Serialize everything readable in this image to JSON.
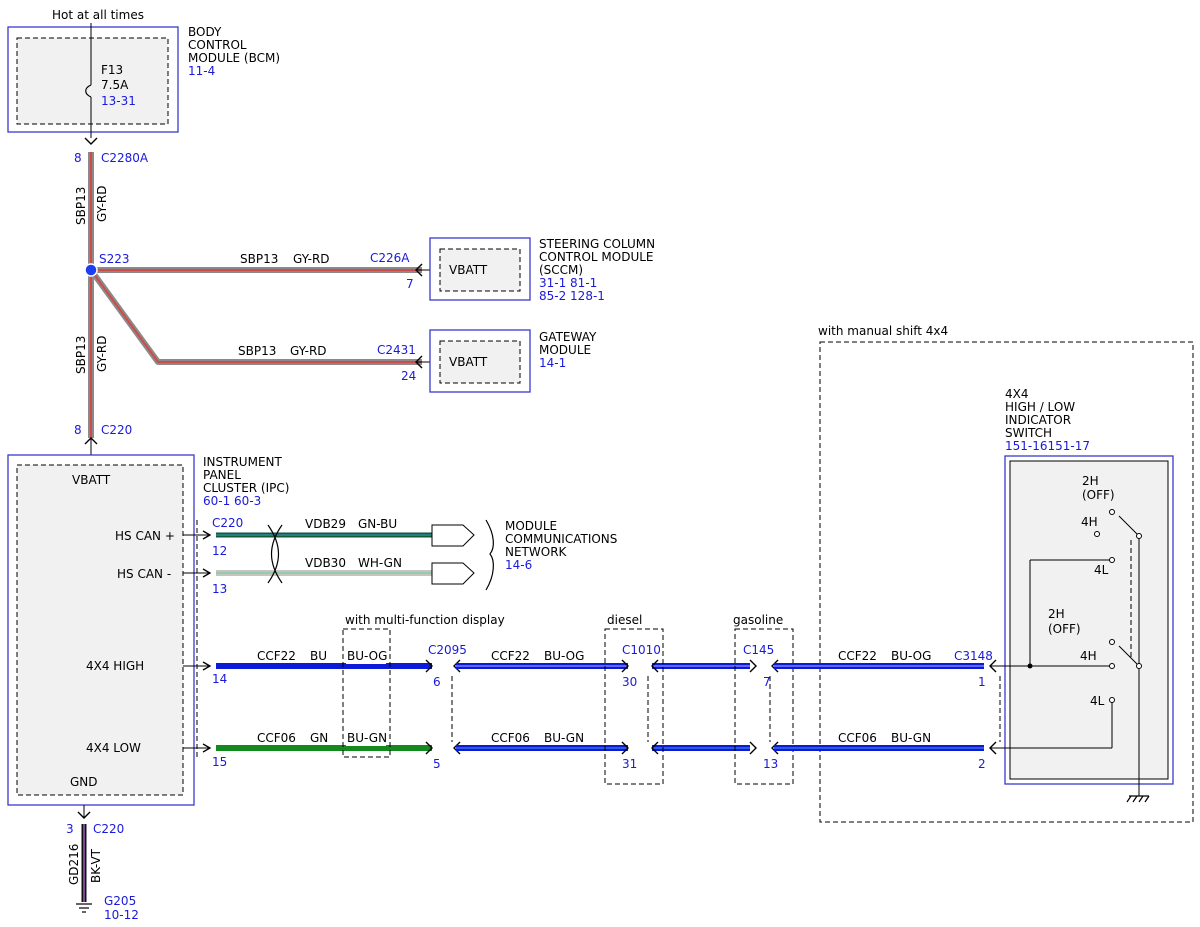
{
  "header": {
    "hot_label": "Hot at all times"
  },
  "bcm": {
    "name_lines": [
      "BODY",
      "CONTROL",
      "MODULE (BCM)"
    ],
    "ref": "11-4",
    "fuse": {
      "name": "F13",
      "rating": "7.5A",
      "ref": "13-31"
    }
  },
  "splice": {
    "id": "S223"
  },
  "connectors": {
    "c2280a": {
      "id": "C2280A",
      "pin": "8"
    },
    "c220_top": {
      "id": "C220",
      "pin": "8"
    },
    "c226a": {
      "id": "C226A",
      "pin": "7"
    },
    "c2431": {
      "id": "C2431",
      "pin": "24"
    },
    "c220_can": {
      "id": "C220",
      "pin_hi": "12",
      "pin_lo": "13"
    },
    "c220_gnd": {
      "id": "C220",
      "pin": "3"
    },
    "c2095": {
      "pin_high": "14",
      "pin_low": "15",
      "id": "C2095",
      "pin_high_out": "6",
      "pin_low_out": "5"
    },
    "c1010": {
      "id": "C1010",
      "pin_high": "30",
      "pin_low": "31"
    },
    "c145": {
      "id": "C145",
      "pin_high": "7",
      "pin_low": "13"
    },
    "c3148": {
      "id": "C3148",
      "pin_high": "1",
      "pin_low": "2"
    }
  },
  "wires": {
    "gyrd_circuit": "SBP13",
    "gyrd_color": "GY-RD",
    "can_hi": {
      "circuit": "VDB29",
      "color": "GN-BU"
    },
    "can_lo": {
      "circuit": "VDB30",
      "color": "WH-GN"
    },
    "high_left": {
      "circuit": "CCF22",
      "color": "BU"
    },
    "high_mfd": "BU-OG",
    "high_mid": {
      "circuit": "CCF22",
      "color": "BU-OG"
    },
    "high_right": {
      "circuit": "CCF22",
      "color": "BU-OG"
    },
    "low_left": {
      "circuit": "CCF06",
      "color": "GN"
    },
    "low_mfd": "BU-GN",
    "low_mid": {
      "circuit": "CCF06",
      "color": "BU-GN"
    },
    "low_right": {
      "circuit": "CCF06",
      "color": "BU-GN"
    },
    "ground": {
      "circuit": "GD216",
      "color": "BK-VT"
    }
  },
  "sccm": {
    "name_lines": [
      "STEERING COLUMN",
      "CONTROL MODULE",
      "(SCCM)"
    ],
    "refs": [
      "31-1  81-1",
      "85-2  128-1"
    ],
    "pin_label": "VBATT"
  },
  "gateway": {
    "name_lines": [
      "GATEWAY",
      "MODULE"
    ],
    "ref": "14-1",
    "pin_label": "VBATT"
  },
  "ipc": {
    "name_lines": [
      "INSTRUMENT",
      "PANEL",
      "CLUSTER (IPC)"
    ],
    "ref": "60-1  60-3",
    "pins": {
      "vbatt": "VBATT",
      "hs_can_plus": "HS CAN +",
      "hs_can_minus": "HS CAN -",
      "high": "4X4 HIGH",
      "low": "4X4 LOW",
      "gnd": "GND"
    }
  },
  "network": {
    "name_lines": [
      "MODULE",
      "COMMUNICATIONS",
      "NETWORK"
    ],
    "ref": "14-6"
  },
  "options": {
    "mfd": "with multi-function display",
    "diesel": "diesel",
    "gasoline": "gasoline",
    "manual": "with manual shift 4x4"
  },
  "switch": {
    "name_lines": [
      "4X4",
      "HIGH / LOW",
      "INDICATOR",
      "SWITCH"
    ],
    "ref": "151-16151-17",
    "upper": {
      "off": [
        "2H",
        "(OFF)"
      ],
      "h": "4H",
      "l": "4L"
    },
    "lower": {
      "off": [
        "2H",
        "(OFF)"
      ],
      "h": "4H",
      "l": "4L"
    }
  },
  "ground": {
    "id": "G205",
    "ref": "10-12"
  },
  "colors": {
    "gray_red_wire": "#d14a4a",
    "blue_wire": "#0a1ad6",
    "green_wire": "#138a1e",
    "link_text": "#1a1adb",
    "box_border": "#3a3acb"
  }
}
